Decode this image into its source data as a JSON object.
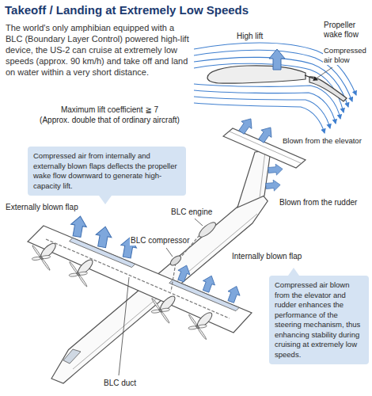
{
  "diagram": {
    "title": "Takeoff / Landing at Extremely Low Speeds",
    "nodes": [
      {
        "text": [
          "Compressed air from internally and externally blown flaps deflects the propeller wake flow downward to generate high-capacity lift."
        ]
      },
      {
        "text": [
          "Compressed air blown from the elevator and rudder enhances the performance of the steering mechanism, thus enhancing stability during cruising at extremely low speeds."
        ]
      }
    ],
    "labels": [
      "The world's only amphibian equipped with a BLC (Boundary Layer Control) powered high-lift device, the US-2 can cruise at extremely low speeds (approx. 90 km/h) and take off and land on water within a very short distance.",
      "High lift",
      "Propeller wake flow",
      "Compressed air blow",
      "Maximum lift coefficient ≧ 7",
      "(Approx. double that of ordinary aircraft)",
      "Externally blown flap",
      "BLC engine",
      "BLC compressor",
      "Blown from the elevator",
      "Blown from the rudder",
      "Internally blown flap",
      "BLC duct"
    ]
  }
}
